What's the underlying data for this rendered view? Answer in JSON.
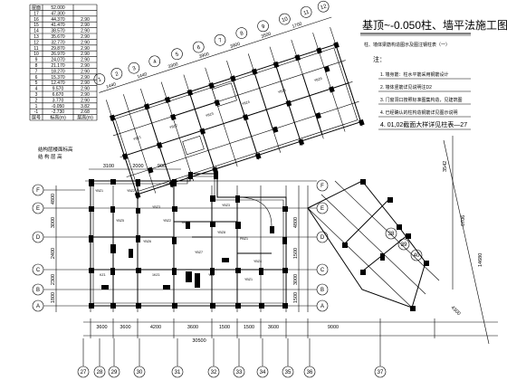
{
  "title": "基顶~-0.050柱、墙平法施工图",
  "subtitle": "柱、墙体梁筋构造图示及图注钢柱表（一）",
  "notes": {
    "heading": "注：",
    "items": [
      "1. 墙身筋：柱水平筋采用钢筋设计",
      "2. 墙体竖筋详见说明注D2",
      "3. 门窗洞口按照标准图集构造，见建筑图",
      "4. 已经确认的柱构造钢筋详见图示说明",
      "4. 01,02截面大样详见柱表—27"
    ]
  },
  "floor_table": {
    "header": [
      "屋面",
      "52.000",
      ""
    ],
    "rows": [
      [
        "17",
        "47.300",
        ""
      ],
      [
        "16",
        "44.370",
        "2.90"
      ],
      [
        "15",
        "41.470",
        "2.90"
      ],
      [
        "14",
        "38.570",
        "2.90"
      ],
      [
        "13",
        "35.670",
        "2.90"
      ],
      [
        "12",
        "32.770",
        "2.90"
      ],
      [
        "11",
        "29.870",
        "2.90"
      ],
      [
        "10",
        "26.970",
        "2.90"
      ],
      [
        "9",
        "24.070",
        "2.90"
      ],
      [
        "8",
        "21.170",
        "2.90"
      ],
      [
        "7",
        "18.270",
        "2.90"
      ],
      [
        "6",
        "15.370",
        "2.90"
      ],
      [
        "5",
        "12.470",
        "2.90"
      ],
      [
        "4",
        "9.570",
        "2.90"
      ],
      [
        "3",
        "6.670",
        "2.90"
      ],
      [
        "2",
        "3.770",
        "2.90"
      ],
      [
        "1",
        "-0.050",
        "3.82"
      ],
      [
        "-1",
        "-2.730",
        "2.68"
      ]
    ],
    "footer": [
      "层号",
      "标高(m)",
      "层高(m)"
    ],
    "caption_line1": "结构层楼面标高",
    "caption_line2": "结 构 层 高"
  },
  "dimensions": {
    "bottom": [
      "3600",
      "3600",
      "4200",
      "3600",
      "1500",
      "1500",
      "3600",
      "9000"
    ],
    "bottom_total": "30500",
    "left": [
      "1800",
      "2300",
      "2400",
      "3000",
      "4800"
    ],
    "upper": [
      "3100",
      "2000",
      "900"
    ],
    "mid_vertical": [
      "1500",
      "3000",
      "1500",
      "4800"
    ],
    "right": [
      "3542",
      "6706",
      "14680",
      "4300"
    ],
    "top_wing": [
      "1440",
      "1440",
      "3300",
      "3900",
      "3900",
      "3500",
      "1700"
    ]
  },
  "axes": {
    "bottom": [
      "27",
      "28",
      "29",
      "30",
      "31",
      "32",
      "33",
      "34",
      "35",
      "36",
      "37"
    ],
    "left": [
      "A",
      "B",
      "C",
      "D",
      "E",
      "F"
    ],
    "mid": [
      "A",
      "B",
      "C",
      "D",
      "E",
      "F"
    ],
    "right_wing": [
      "38",
      "39",
      "40"
    ],
    "top_wing": [
      "1",
      "2",
      "3",
      "4",
      "5",
      "6",
      "7",
      "8",
      "9",
      "10",
      "11",
      "12"
    ]
  },
  "column_tags": [
    "YBZ1",
    "YBZ2",
    "YBZ3",
    "YBZ4",
    "YBZ5",
    "YBZ6",
    "YBZ7",
    "YBZ8",
    "PBZ1",
    "KZ1",
    "1KZ1",
    "YZ1"
  ]
}
